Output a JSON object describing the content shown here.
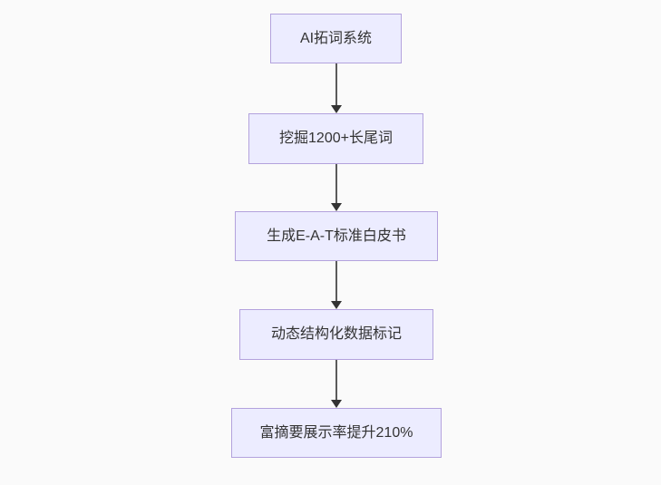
{
  "flowchart": {
    "type": "flowchart",
    "direction": "top-down",
    "background_color": "#fafafa",
    "node_style": {
      "fill": "#ececff",
      "border": "#b3a2dd",
      "text_color": "#333333"
    },
    "arrow_color": "#333333",
    "nodes": [
      {
        "id": "n1",
        "label": "AI拓词系统"
      },
      {
        "id": "n2",
        "label": "挖掘1200+长尾词"
      },
      {
        "id": "n3",
        "label": "生成E-A-T标准白皮书"
      },
      {
        "id": "n4",
        "label": "动态结构化数据标记"
      },
      {
        "id": "n5",
        "label": "富摘要展示率提升210%"
      }
    ],
    "edges": [
      {
        "from": "n1",
        "to": "n2"
      },
      {
        "from": "n2",
        "to": "n3"
      },
      {
        "from": "n3",
        "to": "n4"
      },
      {
        "from": "n4",
        "to": "n5"
      }
    ]
  }
}
